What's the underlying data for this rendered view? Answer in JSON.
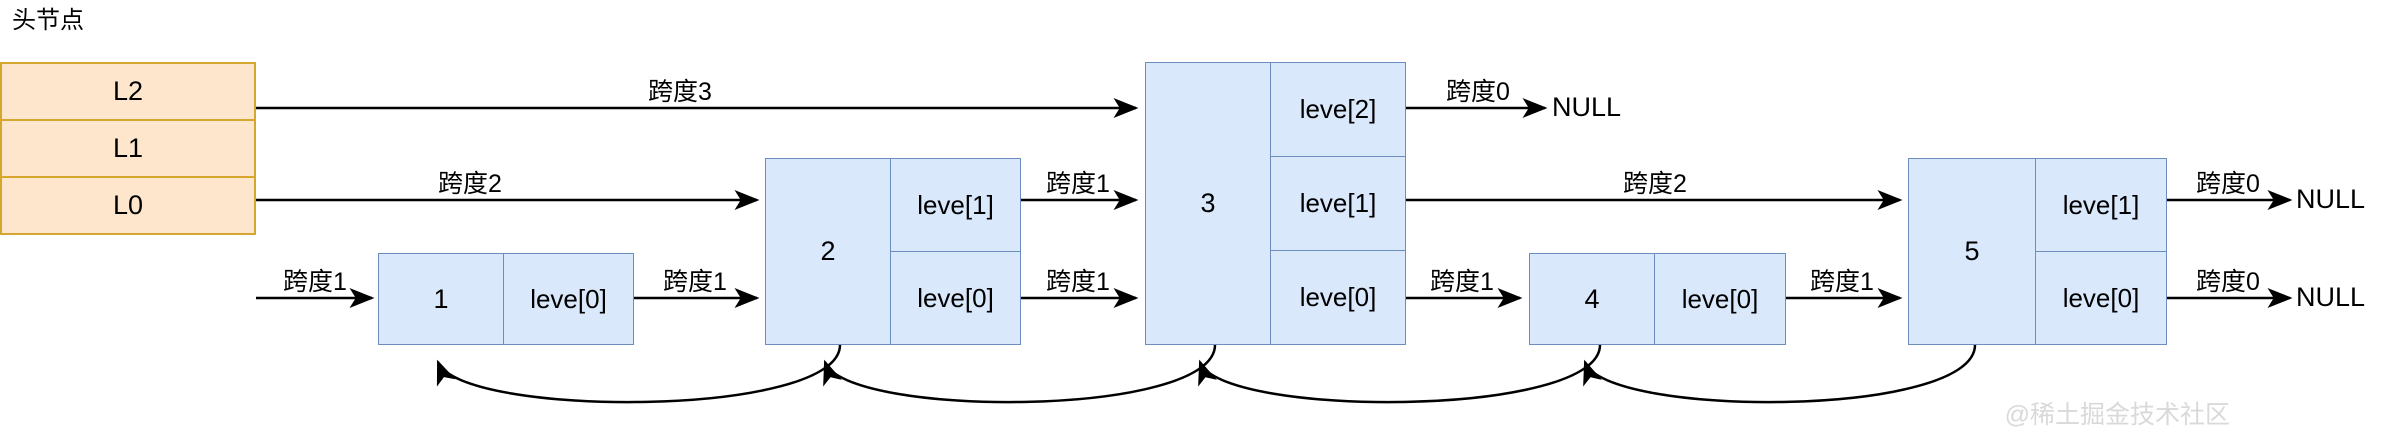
{
  "diagram": {
    "title_caption": "头节点",
    "watermark": "@稀土掘金技术社区",
    "colors": {
      "head_fill": "#fde6cc",
      "head_border": "#d6a72e",
      "node_fill": "#dae8fc",
      "node_border": "#6c8ebf",
      "arrow": "#000000",
      "watermark": "#d9d9d9"
    },
    "head_node": {
      "levels": [
        "L2",
        "L1",
        "L0"
      ]
    },
    "nodes": [
      {
        "key": "1",
        "levels": [
          "leve[0]"
        ]
      },
      {
        "key": "2",
        "levels": [
          "leve[1]",
          "leve[0]"
        ]
      },
      {
        "key": "3",
        "levels": [
          "leve[2]",
          "leve[1]",
          "leve[0]"
        ]
      },
      {
        "key": "4",
        "levels": [
          "leve[0]"
        ]
      },
      {
        "key": "5",
        "levels": [
          "leve[1]",
          "leve[0]"
        ]
      }
    ],
    "span_labels": [
      {
        "id": "head-l2-to-3",
        "text": "跨度3"
      },
      {
        "id": "head-l1-to-2",
        "text": "跨度2"
      },
      {
        "id": "head-l0-to-1",
        "text": "跨度1"
      },
      {
        "id": "n1-l0-to-2",
        "text": "跨度1"
      },
      {
        "id": "n2-l1-to-3",
        "text": "跨度1"
      },
      {
        "id": "n2-l0-to-3",
        "text": "跨度1"
      },
      {
        "id": "n3-l2-to-null",
        "text": "跨度0"
      },
      {
        "id": "n3-l1-to-5",
        "text": "跨度2"
      },
      {
        "id": "n3-l0-to-4",
        "text": "跨度1"
      },
      {
        "id": "n4-l0-to-5",
        "text": "跨度1"
      },
      {
        "id": "n5-l1-to-null",
        "text": "跨度0"
      },
      {
        "id": "n5-l0-to-null",
        "text": "跨度0"
      }
    ],
    "null_labels": [
      {
        "id": "null-level2",
        "text": "NULL"
      },
      {
        "id": "null-level1",
        "text": "NULL"
      },
      {
        "id": "null-level0",
        "text": "NULL"
      }
    ]
  }
}
